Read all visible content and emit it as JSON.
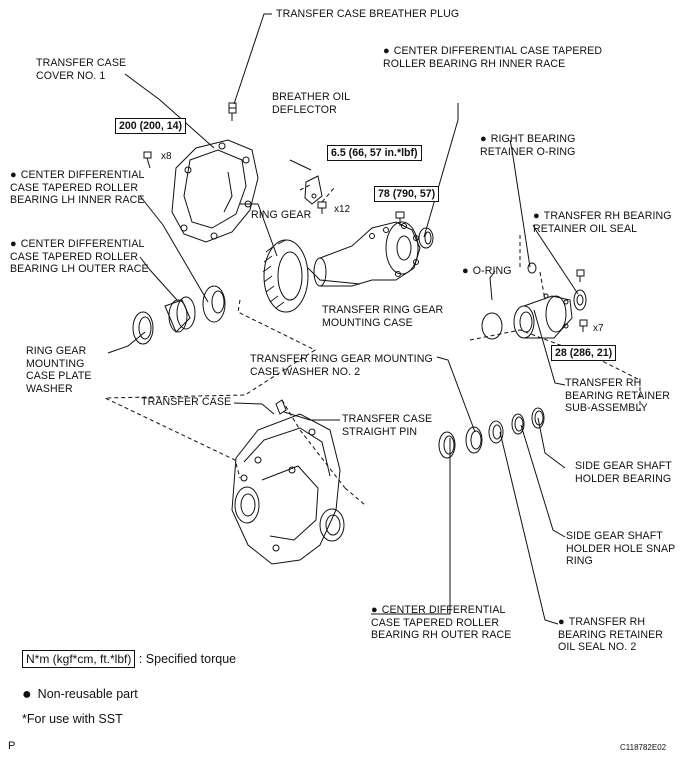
{
  "labels": {
    "breather_plug": "TRANSFER CASE BREATHER PLUG",
    "cover_no1": "TRANSFER CASE\nCOVER NO. 1",
    "rh_inner_race": "CENTER DIFFERENTIAL CASE TAPERED\nROLLER BEARING RH INNER RACE",
    "breather_deflector": "BREATHER OIL\nDEFLECTOR",
    "right_oring": "RIGHT BEARING\nRETAINER O-RING",
    "lh_inner_race": "CENTER DIFFERENTIAL\nCASE TAPERED ROLLER\nBEARING LH INNER RACE",
    "ring_gear": "RING GEAR",
    "oil_seal": "TRANSFER RH BEARING\nRETAINER OIL SEAL",
    "lh_outer_race": "CENTER DIFFERENTIAL\nCASE TAPERED ROLLER\nBEARING LH OUTER RACE",
    "oring": "O-RING",
    "ring_gear_mounting_case": "TRANSFER RING GEAR\nMOUNTING CASE",
    "plate_washer": "RING GEAR\nMOUNTING\nCASE PLATE\nWASHER",
    "washer_no2": "TRANSFER RING GEAR MOUNTING\nCASE WASHER NO. 2",
    "rh_retainer_sub": "TRANSFER RH\nBEARING RETAINER\nSUB-ASSEMBLY",
    "transfer_case": "TRANSFER CASE",
    "straight_pin": "TRANSFER CASE\nSTRAIGHT PIN",
    "side_gear_bearing": "SIDE GEAR SHAFT\nHOLDER BEARING",
    "snap_ring": "SIDE GEAR SHAFT\nHOLDER HOLE SNAP\nRING",
    "rh_outer_race": "CENTER DIFFERENTIAL\nCASE TAPERED ROLLER\nBEARING RH OUTER RACE",
    "oil_seal_no2": "TRANSFER RH\nBEARING RETAINER\nOIL SEAL NO. 2"
  },
  "torques": {
    "t200": "200 (200, 14)",
    "t65": "6.5 (66, 57 in.*lbf)",
    "t78": "78 (790, 57)",
    "t28": "28 (286, 21)"
  },
  "counts": {
    "x8": "x8",
    "x12": "x12",
    "x7": "x7"
  },
  "legend": {
    "torque_unit": "N*m (kgf*cm, ft.*lbf)",
    "torque_desc": ": Specified torque",
    "non_reusable": "Non-reusable part",
    "sst_note": "*For use with SST"
  },
  "footer": {
    "page_letter": "P",
    "code": "C118782E02"
  }
}
